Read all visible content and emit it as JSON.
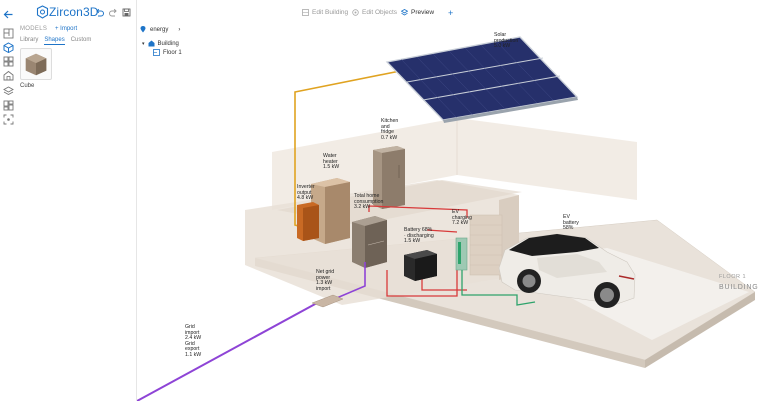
{
  "app": {
    "title": "Zircon3D"
  },
  "left_panel": {
    "section_label": "MODELS",
    "import_label": "Import",
    "tabs": [
      {
        "label": "Library",
        "active": false
      },
      {
        "label": "Shapes",
        "active": true
      },
      {
        "label": "Custom",
        "active": false
      }
    ],
    "shapes": [
      {
        "label": "Cube"
      }
    ]
  },
  "toolbar": {
    "items": [
      {
        "label": "Edit Building",
        "icon": "building-icon",
        "active": false
      },
      {
        "label": "Edit Objects",
        "icon": "objects-icon",
        "active": false
      },
      {
        "label": "Preview",
        "icon": "layers-icon",
        "active": true
      }
    ],
    "add_icon": "plus-icon"
  },
  "tree": {
    "root": "energy",
    "building": "Building",
    "floor": "Floor 1"
  },
  "scene": {
    "callouts": {
      "solar": [
        "Solar",
        "production",
        "5.0 kW"
      ],
      "kitchen": [
        "Kitchen",
        "and",
        "fridge",
        "0.7 kW"
      ],
      "water_heater": [
        "Water",
        "heater",
        "1.5 kW"
      ],
      "inverter": [
        "Inverter",
        "output",
        "4.8 kW"
      ],
      "total_home": [
        "Total home",
        "consumption",
        "3.2 kW"
      ],
      "battery": [
        "Battery 68%",
        "· discharging",
        "1.5 kW"
      ],
      "ev_charging": [
        "EV",
        "charging",
        "7.2 kW"
      ],
      "ev_battery": [
        "EV",
        "battery",
        "58%"
      ],
      "net_grid": [
        "Net grid",
        "power",
        "1.3 kW",
        "import"
      ],
      "grid": [
        "Grid",
        "import",
        "2.4 kW",
        "Grid",
        "export",
        "1.1 kW"
      ]
    },
    "floor_label": "FLOOR 1",
    "building_label": "BUILDING"
  },
  "colors": {
    "accent": "#1e74c8",
    "solar_line": "#e0a321",
    "grid_line": "#8e44d6",
    "battery_line": "#d83a3a",
    "ev_line": "#2ea36b"
  }
}
